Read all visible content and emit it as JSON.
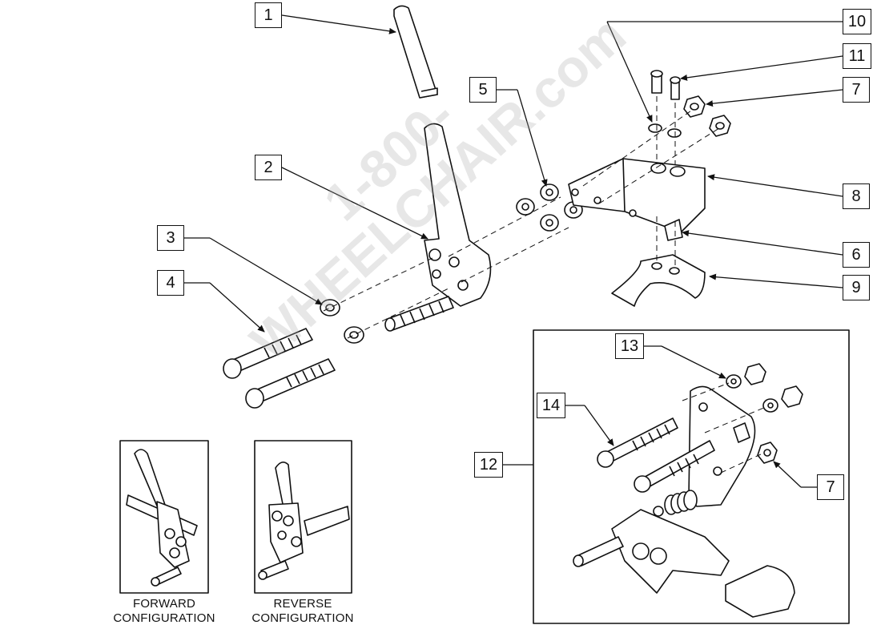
{
  "callouts": [
    "1",
    "2",
    "3",
    "4",
    "5",
    "6",
    "7",
    "8",
    "9",
    "10",
    "11",
    "12",
    "13",
    "14",
    "7"
  ],
  "configurations": {
    "forward": [
      "FORWARD",
      "CONFIGURATION"
    ],
    "reverse": [
      "REVERSE",
      "CONFIGURATION"
    ]
  },
  "watermark": [
    "1-800-",
    "WHEELCHAIR.com"
  ],
  "colors": {
    "line": "#111111",
    "fill": "#ffffff",
    "watermark": "#bbbbbb"
  }
}
